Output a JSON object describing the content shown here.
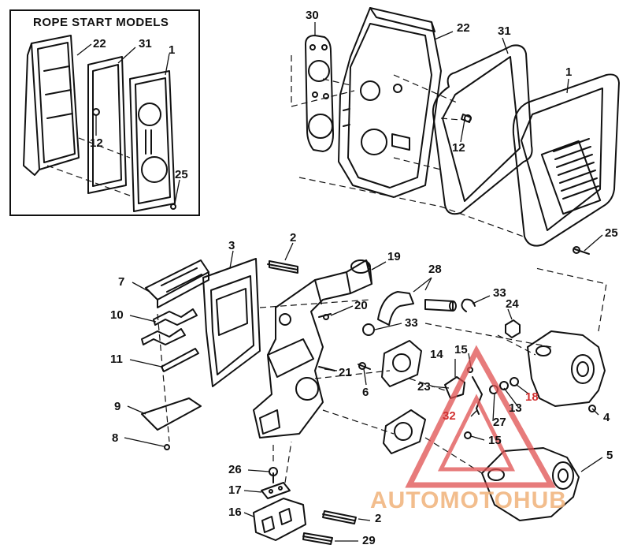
{
  "inset": {
    "title": "ROPE START MODELS"
  },
  "watermark": {
    "part1": "AUTOMO",
    "part2": "TO",
    "part3": "HUB"
  },
  "colors": {
    "ink": "#111111",
    "callout_red": "#d23030",
    "watermark_orange": "#f0b27a",
    "watermark_red": "#e57373",
    "logo_red": "#e05050"
  },
  "callouts": {
    "c30": "30",
    "c22": "22",
    "c31": "31",
    "c1": "1",
    "c12": "12",
    "c25": "25",
    "i22": "22",
    "i31": "31",
    "i1": "1",
    "i12": "12",
    "i25": "25",
    "c3": "3",
    "c2a": "2",
    "c19": "19",
    "c7": "7",
    "c28": "28",
    "c33a": "33",
    "c24": "24",
    "c20": "20",
    "c10": "10",
    "c33b": "33",
    "c14": "14",
    "c15a": "15",
    "c11": "11",
    "c21": "21",
    "c6": "6",
    "c23": "23",
    "c18": "18",
    "c13": "13",
    "c4": "4",
    "c9": "9",
    "c32": "32",
    "c27": "27",
    "c8": "8",
    "c15b": "15",
    "c5": "5",
    "c26": "26",
    "c17": "17",
    "c16": "16",
    "c2b": "2",
    "c29": "29"
  }
}
